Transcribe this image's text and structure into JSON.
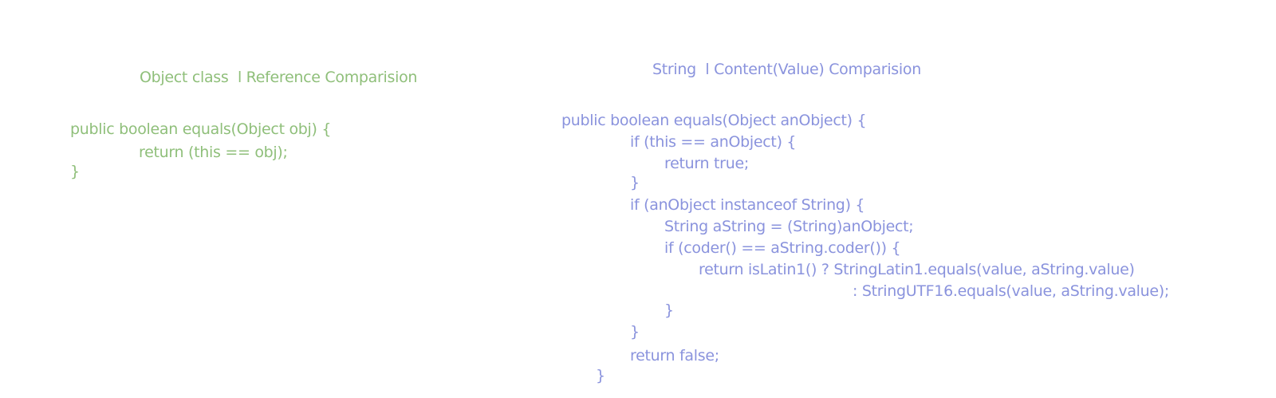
{
  "colors": {
    "object_class_text": "#8fbf7a",
    "string_class_text": "#8a93dd",
    "background": "#ffffff"
  },
  "object_panel": {
    "title": "Object class  l Reference Comparision",
    "code": {
      "line1": "public boolean equals(Object obj) {",
      "line2": "return (this == obj);",
      "line3": "}"
    }
  },
  "string_panel": {
    "title": "String  l Content(Value) Comparision",
    "code": {
      "line1": "public boolean equals(Object anObject) {",
      "line2": "if (this == anObject) {",
      "line3": "return true;",
      "line4": "}",
      "line5": "if (anObject instanceof String) {",
      "line6": "String aString = (String)anObject;",
      "line7": "if (coder() == aString.coder()) {",
      "line8": "return isLatin1() ? StringLatin1.equals(value, aString.value)",
      "line9": ": StringUTF16.equals(value, aString.value);",
      "line10": "}",
      "line11": "}",
      "line12": "return false;",
      "line13": "}"
    }
  }
}
